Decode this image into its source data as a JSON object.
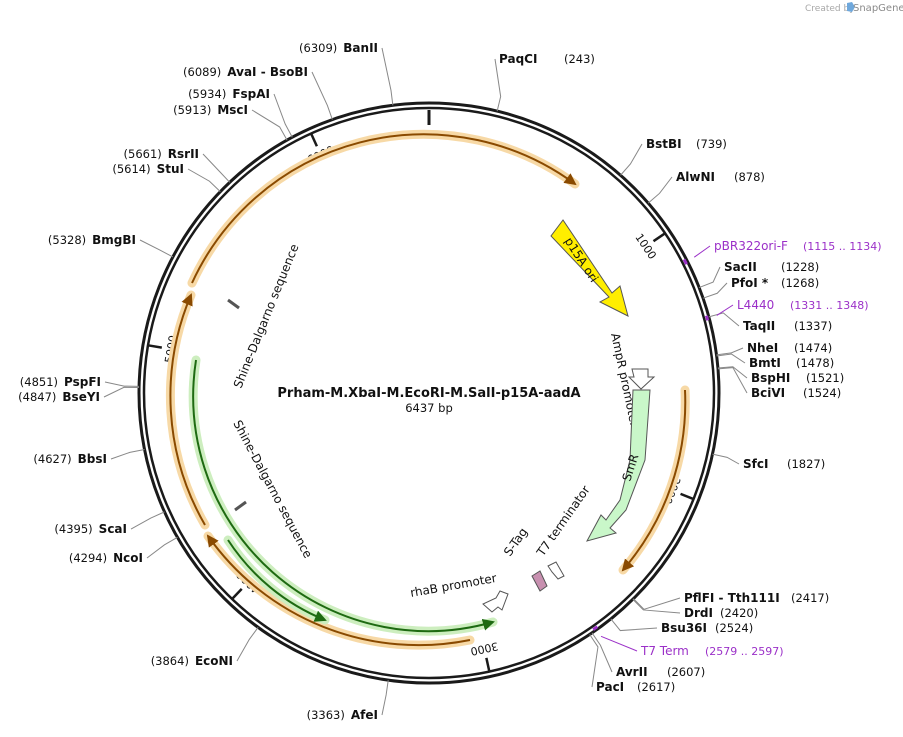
{
  "plasmid": {
    "name": "Prham-M.XbaI-M.EcoRI-M.SalI-p15A-aadA",
    "size_text": "6437 bp",
    "length": 6437
  },
  "credit": {
    "created_by": "Created by",
    "brand": "SnapGene"
  },
  "ticks": [
    {
      "pos": 1000,
      "label": "1000"
    },
    {
      "pos": 2000,
      "label": "2000"
    },
    {
      "pos": 3000,
      "label": "3000"
    },
    {
      "pos": 4000,
      "label": "4000"
    },
    {
      "pos": 5000,
      "label": "5000"
    },
    {
      "pos": 6000,
      "label": "6000"
    }
  ],
  "sites": [
    {
      "name": "PaqCI",
      "pos": "(243)",
      "bp": 243
    },
    {
      "name": "BstBI",
      "pos": "(739)",
      "bp": 739
    },
    {
      "name": "AlwNI",
      "pos": "(878)",
      "bp": 878
    },
    {
      "name": "SacII",
      "pos": "(1228)",
      "bp": 1228
    },
    {
      "name": "PfoI *",
      "pos": "(1268)",
      "bp": 1268
    },
    {
      "name": "TaqII",
      "pos": "(1337)",
      "bp": 1337
    },
    {
      "name": "NheI",
      "pos": "(1474)",
      "bp": 1474
    },
    {
      "name": "BmtI",
      "pos": "(1478)",
      "bp": 1478
    },
    {
      "name": "BspHI",
      "pos": "(1521)",
      "bp": 1521
    },
    {
      "name": "BciVI",
      "pos": "(1524)",
      "bp": 1524
    },
    {
      "name": "SfcI",
      "pos": "(1827)",
      "bp": 1827
    },
    {
      "name": "PflFI - Tth111I",
      "pos": "(2417)",
      "bp": 2417
    },
    {
      "name": "DrdI",
      "pos": "(2420)",
      "bp": 2420
    },
    {
      "name": "Bsu36I",
      "pos": "(2524)",
      "bp": 2524
    },
    {
      "name": "AvrII",
      "pos": "(2607)",
      "bp": 2607
    },
    {
      "name": "PacI",
      "pos": "(2617)",
      "bp": 2617
    },
    {
      "name": "AfeI",
      "pos": "(3363)",
      "bp": 3363
    },
    {
      "name": "EcoNI",
      "pos": "(3864)",
      "bp": 3864
    },
    {
      "name": "NcoI",
      "pos": "(4294)",
      "bp": 4294
    },
    {
      "name": "ScaI",
      "pos": "(4395)",
      "bp": 4395
    },
    {
      "name": "BbsI",
      "pos": "(4627)",
      "bp": 4627
    },
    {
      "name": "BseYI",
      "pos": "(4847)",
      "bp": 4847
    },
    {
      "name": "PspFI",
      "pos": "(4851)",
      "bp": 4851
    },
    {
      "name": "BmgBI",
      "pos": "(5328)",
      "bp": 5328
    },
    {
      "name": "StuI",
      "pos": "(5614)",
      "bp": 5614
    },
    {
      "name": "RsrII",
      "pos": "(5661)",
      "bp": 5661
    },
    {
      "name": "MscI",
      "pos": "(5913)",
      "bp": 5913
    },
    {
      "name": "FspAI",
      "pos": "(5934)",
      "bp": 5934
    },
    {
      "name": "AvaI - BsoBI",
      "pos": "(6089)",
      "bp": 6089
    },
    {
      "name": "BanII",
      "pos": "(6309)",
      "bp": 6309
    }
  ],
  "primers": [
    {
      "name": "pBR322ori-F",
      "pos": "(1115 .. 1134)",
      "start": 1115,
      "end": 1134
    },
    {
      "name": "L4440",
      "pos": "(1331 .. 1348)",
      "start": 1331,
      "end": 1348
    },
    {
      "name": "T7 Term",
      "pos": "(2579 .. 2597)",
      "start": 2579,
      "end": 2597
    }
  ],
  "features": [
    {
      "name": "p15A ori",
      "type": "origin",
      "color": "#ffee00"
    },
    {
      "name": "AmpR promoter",
      "type": "promoter",
      "color": "#ffffff"
    },
    {
      "name": "SmR",
      "type": "cds",
      "color": "#c9f7c9"
    },
    {
      "name": "T7 terminator",
      "type": "terminator",
      "color": "#ffffff"
    },
    {
      "name": "S-Tag",
      "type": "tag",
      "color": "#c890b0"
    },
    {
      "name": "rhaB promoter",
      "type": "promoter",
      "color": "#ffffff"
    },
    {
      "name": "Shine-Dalgarno sequence",
      "type": "rbs",
      "color": "#555555"
    },
    {
      "name": "Shine-Dalgarno sequence",
      "type": "rbs",
      "color": "#555555"
    }
  ],
  "colors": {
    "backbone": "#1a1a1a",
    "orf_orange": "#f2a21a",
    "orf_green": "#5cc43c",
    "primer": "#9b30c8"
  }
}
